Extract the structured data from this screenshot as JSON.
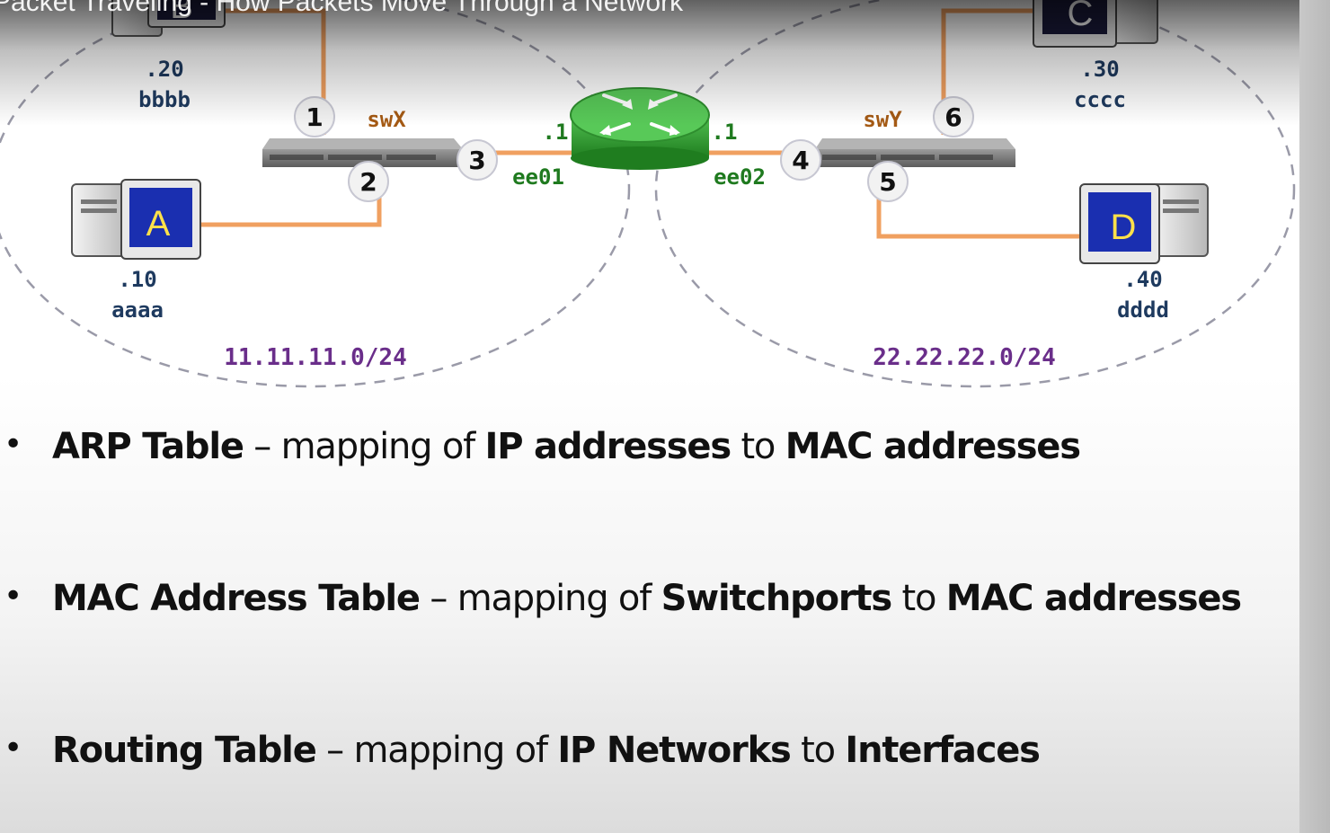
{
  "video_title": "Packet Traveling - How Packets Move Through a Network",
  "diagram": {
    "hosts": {
      "a": {
        "letter": "A",
        "ip": ".10",
        "mac": "aaaa"
      },
      "b": {
        "letter": "B",
        "ip": ".20",
        "mac": "bbbb"
      },
      "c": {
        "letter": "C",
        "ip": ".30",
        "mac": "cccc"
      },
      "d": {
        "letter": "D",
        "ip": ".40",
        "mac": "dddd"
      }
    },
    "switches": {
      "x": {
        "name": "swX"
      },
      "y": {
        "name": "swY"
      }
    },
    "ports": {
      "p1": "1",
      "p2": "2",
      "p3": "3",
      "p4": "4",
      "p5": "5",
      "p6": "6"
    },
    "router": {
      "left_ip": ".1",
      "right_ip": ".1",
      "left_iface": "ee01",
      "right_iface": "ee02"
    },
    "networks": {
      "left": "11.11.11.0/24",
      "right": "22.22.22.0/24"
    },
    "colors": {
      "link": "#f0a060",
      "network_label": "#6a2e8a",
      "iface_label": "#1f7a1f",
      "switch_label": "#a55a14",
      "host_label": "#1e3a5f",
      "router": "#3aa33a",
      "screen": "#1a2fb0",
      "screen_letter": "#ffe14a"
    }
  },
  "bullets": [
    {
      "term": "ARP Table",
      "dash": " – mapping of ",
      "from": "IP addresses",
      "to_word": " to ",
      "to": "MAC addresses"
    },
    {
      "term": "MAC Address Table",
      "dash": " – mapping of ",
      "from": "Switchports",
      "to_word": " to ",
      "to": "MAC addresses"
    },
    {
      "term": "Routing Table",
      "dash": " – mapping of ",
      "from": "IP Networks",
      "to_word": " to ",
      "to": "Interfaces"
    }
  ]
}
